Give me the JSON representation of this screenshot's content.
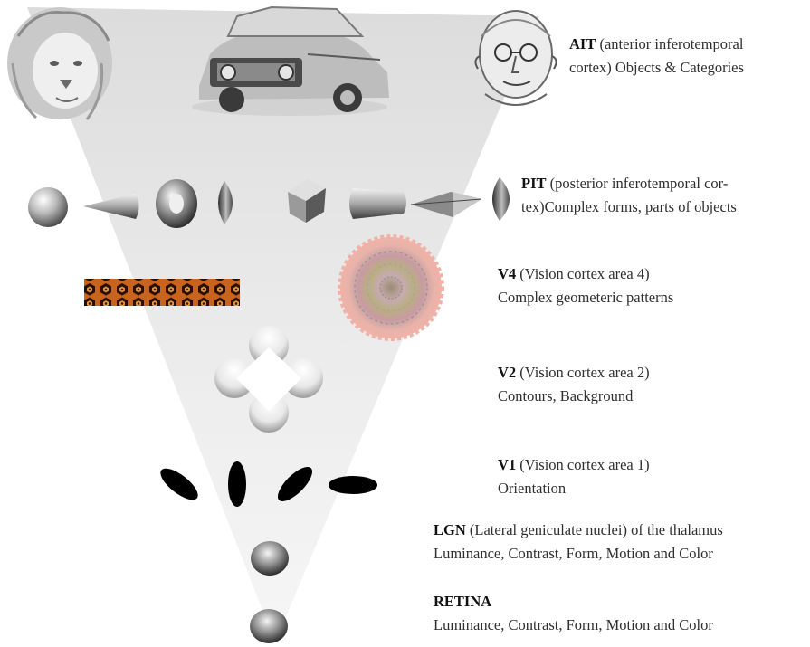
{
  "stages": [
    {
      "id": "ait",
      "abbr": "AIT",
      "full": " (anterior inferotemporal",
      "line2": "cortex) Objects & Categories"
    },
    {
      "id": "pit",
      "abbr": "PIT",
      "full": " (posterior inferotemporal cor-",
      "line2": "tex)Complex forms, parts of objects"
    },
    {
      "id": "v4",
      "abbr": "V4",
      "full": " (Vision cortex area 4)",
      "line2": "Complex geometeric patterns"
    },
    {
      "id": "v2",
      "abbr": "V2",
      "full": " (Vision cortex area 2)",
      "line2": "Contours, Background"
    },
    {
      "id": "v1",
      "abbr": "V1",
      "full": " (Vision cortex area 1)",
      "line2": "Orientation"
    },
    {
      "id": "lgn",
      "abbr": "LGN",
      "full": " (Lateral geniculate nuclei) of the thalamus",
      "line2": "Luminance, Contrast, Form, Motion and Color"
    },
    {
      "id": "retina",
      "abbr": "RETINA",
      "full": "",
      "line2": "Luminance, Contrast, Form, Motion and Color"
    }
  ],
  "icons": {
    "top": [
      "lion-sketch-icon",
      "car-sketch-icon",
      "old-man-sketch-icon"
    ],
    "pit": [
      "sphere-icon",
      "cone-icon",
      "torus-icon",
      "half-sphere-icon",
      "cube-icon",
      "cylinder-icon",
      "pyramid-cone-icon",
      "half-sphere-icon"
    ],
    "v4": [
      "hexagon-pattern-icon",
      "radial-pattern-icon"
    ],
    "v2": [
      "illusory-square-icon"
    ],
    "v1": [
      "tilted-ellipse-icon",
      "vertical-ellipse-icon",
      "tilted-ellipse-icon",
      "horizontal-ellipse-icon"
    ],
    "lgn": [
      "sphere-icon"
    ],
    "retina": [
      "sphere-icon"
    ]
  },
  "colors": {
    "funnel": "#dcdcdc",
    "pattern_dark": "#2a0e05",
    "pattern_light": "#c8641e",
    "radial_outer": "#f2b0a8",
    "ellipse": "#000000"
  }
}
